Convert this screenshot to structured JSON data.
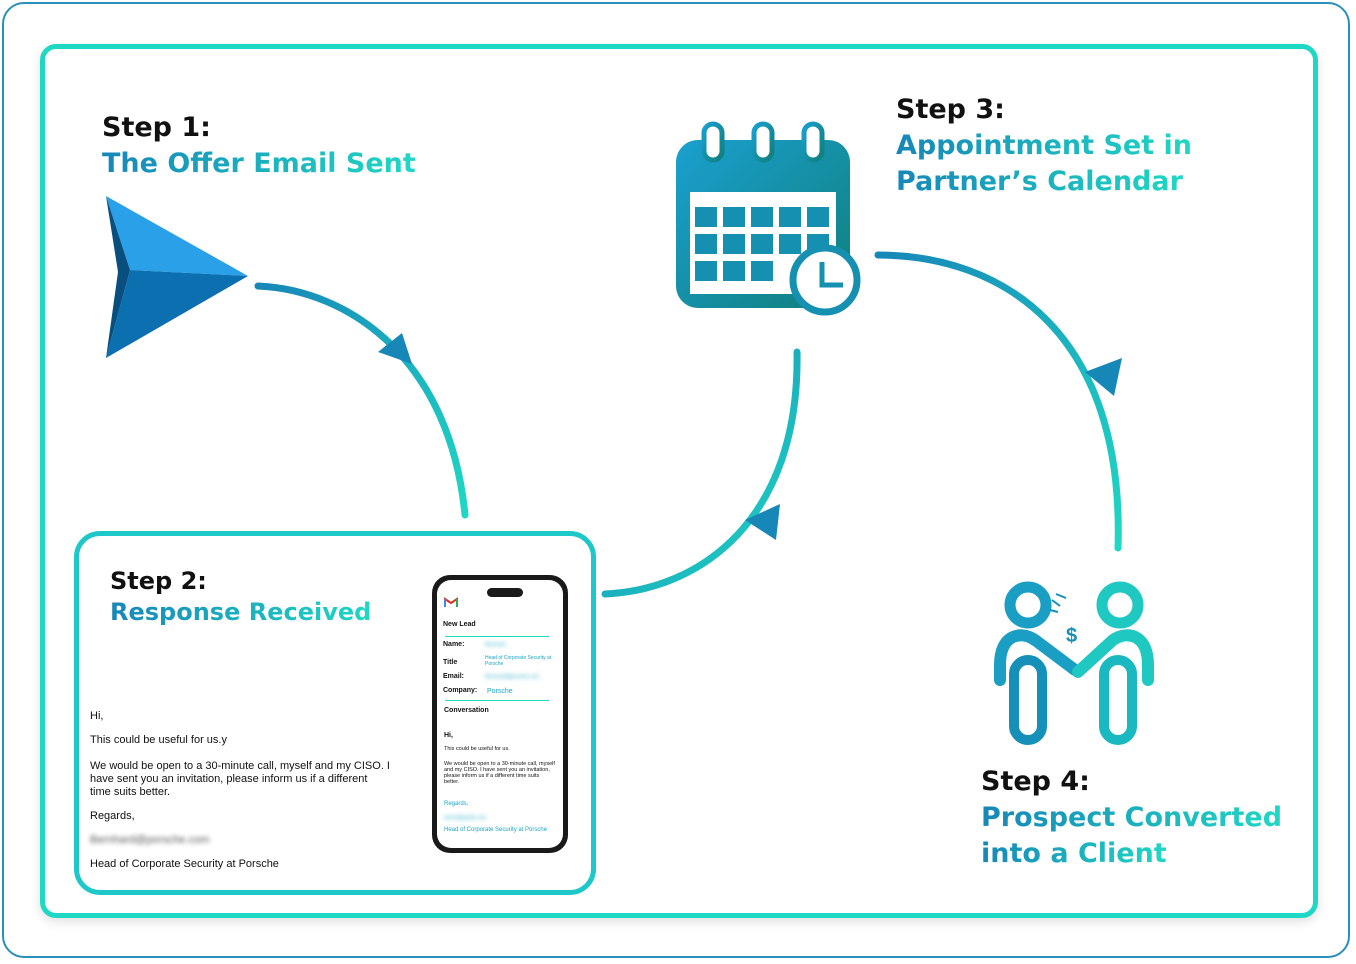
{
  "steps": [
    {
      "label": "Step 1:",
      "title": "The Offer Email Sent"
    },
    {
      "label": "Step 2:",
      "title": "Response Received"
    },
    {
      "label": "Step 3:",
      "title_line1": "Appointment Set in",
      "title_line2": "Partner’s Calendar"
    },
    {
      "label": "Step 4:",
      "title_line1": "Prospect Converted",
      "title_line2": "into a Client"
    }
  ],
  "email": {
    "greeting": "Hi,",
    "line1": "This could be useful for us.y",
    "body": "We would be open to a 30-minute call, myself and my CISO. I have sent you an invitation, please inform us if a different time suits better.",
    "regards": "Regards,",
    "sender_email": "Bernhard@porsche.com",
    "signature": "Head of Corporate Security at Porsche"
  },
  "phone": {
    "header": "New Lead",
    "name_label": "Name:",
    "name_value": "Bernhard",
    "title_label": "Title",
    "title_value": "Head of Corporate Security at Porsche",
    "email_label": "Email:",
    "email_value": "Bernhard@porsche.com",
    "company_label": "Company:",
    "company_value": "Porsche",
    "conversation": "Conversation",
    "greeting": "Hi,",
    "line1": "This could be useful for us.",
    "body": "We would be open to a 30-minute call, myself and my CISO. I have sent you an invitation, please inform us if a different time suits better.",
    "regards": "Regards,",
    "sender_email": "alexm@apollo.com",
    "signature": "Head of Corporate Security at Porsche"
  },
  "icons": {
    "step1": "paper-plane-icon",
    "step3": "calendar-clock-icon",
    "step4": "handshake-people-icon",
    "phone_app": "gmail-icon",
    "dollar_sign": "$"
  },
  "colors": {
    "gradient_start": "#1787b8",
    "gradient_end": "#1fd8c4",
    "step_label": "#111111"
  }
}
